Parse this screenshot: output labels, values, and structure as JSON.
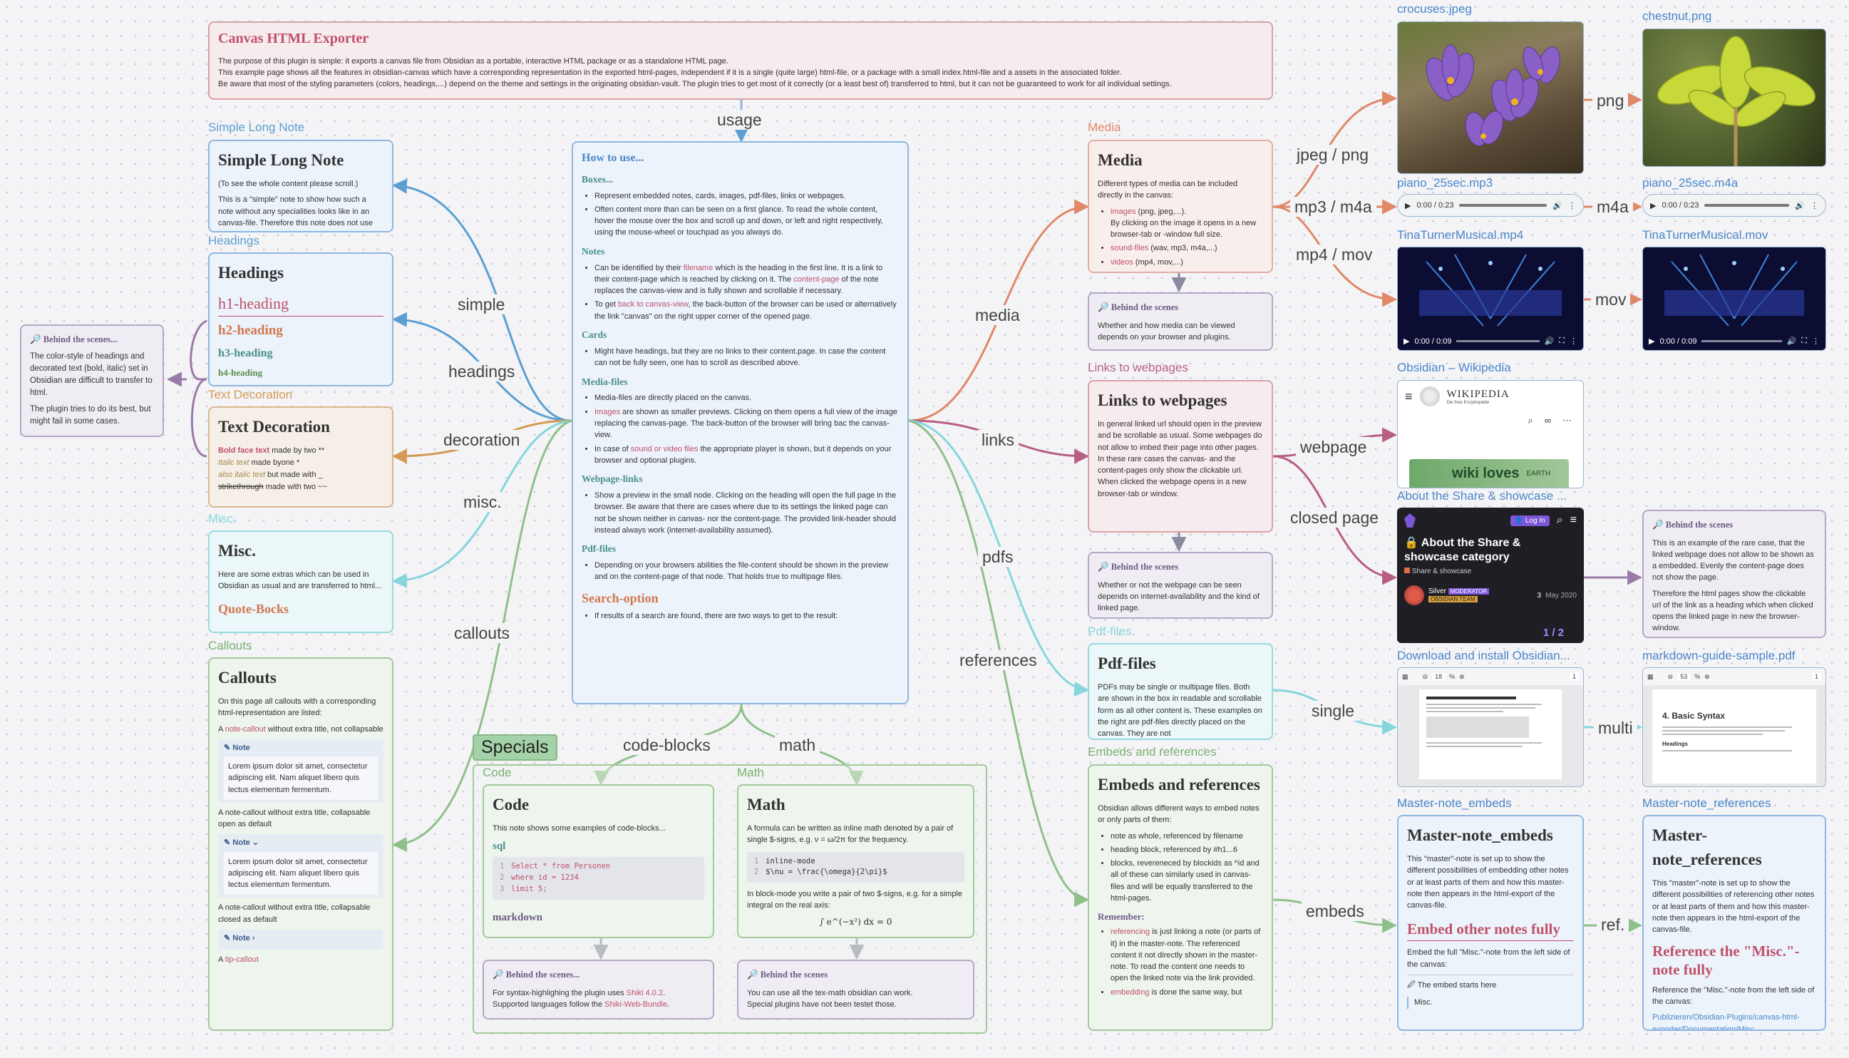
{
  "colors": {
    "red": "#d9a3a6",
    "blue": "#8fb7e0",
    "purple": "#b6a7c6",
    "orange": "#d9b890",
    "cyan": "#99d9dc",
    "green": "#a3c99c",
    "salmon": "#e2aea1"
  },
  "header": {
    "title": "Canvas HTML Exporter",
    "lines": [
      "The purpose of this plugin is simple: it exports a canvas file from Obsidian as a portable, interactive HTML package or as a standalone HTML page.",
      "This example page shows all the features in obsidian-canvas which have a corresponding representation in the exported html-pages, independent if it is a single (quite large) html-file, or a package with a small index.html-file and a assets in the associated folder.",
      "Be aware that most of the styling parameters (colors, headings,...) depend on the theme and settings in the originating obsidian-vault. The plugin tries to get most of it correctly (or a least best of) transferred to html, but it can not be guaranteed to work for all individual settings."
    ]
  },
  "edge_labels": {
    "usage": "usage",
    "simple": "simple",
    "headings": "headings",
    "decoration": "decoration",
    "misc": "misc.",
    "callouts": "callouts",
    "code_blocks": "code-blocks",
    "math": "math",
    "media": "media",
    "links": "links",
    "pdfs": "pdfs",
    "references": "references",
    "jpeg_png": "jpeg / png",
    "png": "png",
    "mp3_m4a": "mp3 / m4a",
    "m4a": "m4a",
    "mp4_mov": "mp4 / mov",
    "mov": "mov",
    "webpage": "webpage",
    "closed_page": "closed page",
    "single": "single",
    "multi": "multi",
    "embeds": "embeds",
    "ref": "ref."
  },
  "behind_left": {
    "title": "Behind the scenes...",
    "text": "The color-style of headings and decorated text (bold, italic) set in Obsidian are difficult to transfer to html.",
    "text2": "The plugin tries to do its best, but might fail in some cases."
  },
  "simple": {
    "caption": "Simple Long Note",
    "title": "Simple Long Note",
    "p1": "(To see the whole content please scroll.)",
    "p2": "This is a \"simple\" note to show how such a note without any specialities looks like in an canvas-file. Therefore this note does not use"
  },
  "headings": {
    "caption": "Headings",
    "title": "Headings",
    "h1": "h1-heading",
    "h2": "h2-heading",
    "h3": "h3-heading",
    "h4": "h4-heading"
  },
  "decoration": {
    "caption": "Text Decoration",
    "title": "Text Decoration",
    "bold": "Bold face text",
    "bold_rest": " made by two **",
    "italic": "Italic text",
    "italic_rest": " made byone *",
    "also": "also italic text",
    "also_rest": " but made with _",
    "strike": "strikethrough",
    "strike_rest": " made with two ~~"
  },
  "misc": {
    "caption": "Misc.",
    "title": "Misc.",
    "p": "Here are some extras which can be used in Obsidian as usual and are transferred to html...",
    "sub": "Quote-Bocks"
  },
  "callouts": {
    "caption": "Callouts",
    "title": "Callouts",
    "p1": "On this page all callouts with a corresponding html-representation are listed:",
    "p2a": "A ",
    "p2b": "note-callout",
    "p2c": " without extra title, not collapsable",
    "note": "Note",
    "lorem": "Lorem ipsum dolor sit amet, consectetur adipiscing elit. Nam aliquet libero quis lectus elementum fermentum.",
    "p3": "A note-callout without extra title, collapsable open as default",
    "p4": "A note-callout without extra title, collapsable closed as default",
    "p5a": "A ",
    "p5b": "tip-callout"
  },
  "howto": {
    "title": "How to use...",
    "boxes_h": "Boxes...",
    "boxes": [
      "Represent embedded notes, cards, images, pdf-files, links or webpages.",
      "Often content more than can be seen on a first glance. To read the whole content, hover the mouse over the box and scroll up and down, or left and right respectively, using the mouse-wheel or touchpad as you always do."
    ],
    "notes_h": "Notes",
    "notes1a": "Can be identified by their ",
    "notes1b": "filename",
    "notes1c": " which is the heading in the first line. It is a link to their content-page which is reached by clicking on it. The ",
    "notes1d": "content-page",
    "notes1e": " of the note replaces the canvas-view and is fully shown and scrollable if necessary.",
    "notes2a": "To get ",
    "notes2b": "back to canvas-view",
    "notes2c": ", the back-button of the browser can be used or alternatively the link \"canvas\" on the right upper corner of the opened page.",
    "cards_h": "Cards",
    "cards": "Might have headings, but they are no links to their content.page. In case the content can not be fully seen, one has to scroll as described above.",
    "media_h": "Media-files",
    "media1": "Media-files are directly placed on the canvas.",
    "media2a": "Images",
    "media2b": " are shown as smaller previews. Clicking on them opens a full view of the image replacing the canvas-page. The back-button of the browser will bring bac the canvas-view.",
    "media3a": "In case of ",
    "media3b": "sound or video files",
    "media3c": " the appropriate player is shown, but it depends on your browser and optional plugins.",
    "web_h": "Webpage-links",
    "web": "Show a preview in the small node. Clicking on the heading will open the full page in the browser. Be aware that there are cases where due to its settings the linked page can not be shown neither in canvas- nor the content-page. The provided link-header should instead always work (internet-availability assumed).",
    "pdf_h": "Pdf-files",
    "pdf": "Depending on your browsers abilities the file-content should be shown in the preview and on the content-page of that node. That holds true to multipage files.",
    "search_h": "Search-option",
    "search": "If results of a search are found, there are two ways to get to the result:"
  },
  "specials": {
    "label": "Specials",
    "code_cap": "Code",
    "math_cap": "Math"
  },
  "code": {
    "title": "Code",
    "p": "This note shows some examples of code-blocks...",
    "sql": "sql",
    "lines": [
      {
        "n": "1",
        "t": "Select * from Personen"
      },
      {
        "n": "2",
        "t": "where id = 1234"
      },
      {
        "n": "3",
        "t": "limit 5;"
      }
    ],
    "markdown": "markdown"
  },
  "math": {
    "title": "Math",
    "p1": "A formula can be written as inline math denoted by a pair of single $-signs, e.g. ν = ω/2π for the frequency.",
    "lines": [
      {
        "n": "1",
        "t": "inline-mode"
      },
      {
        "n": "2",
        "t": "$\\nu = \\frac{\\omega}{2\\pi}$"
      }
    ],
    "p2": "In block-mode you write a pair of two $-signs, e.g. for a simple integral on the real axis:",
    "formula": "∫ e^(−x²) dx = 0"
  },
  "behind_code": {
    "title": "Behind the scenes...",
    "a": "For syntax-highlighing the plugin uses ",
    "b": "Shiki 4.0.2",
    "c": ".",
    "d": "Supported languages follow the ",
    "e": "Shiki-Web-Bundle",
    "f": "."
  },
  "behind_math": {
    "title": "Behind the scenes",
    "p1": "You can use all the tex-math obsidian can work.",
    "p2": "Special plugins have not been testet those."
  },
  "media_note": {
    "caption": "Media",
    "title": "Media",
    "p": "Different types of media can be included directly in the canvas:",
    "i1a": "images",
    "i1b": " (png, jpeg,...).",
    "i1c": "By clicking on the image it opens in a new browser-tab or -window full size.",
    "i2a": "sound-files",
    "i2b": " (wav, mp3, m4a,...)",
    "i3a": "videos",
    "i3b": " (mp4, mov,...)"
  },
  "behind_media": {
    "title": "Behind the scenes",
    "p": "Whether and how media can be viewed depends on your browser and plugins."
  },
  "links_note": {
    "caption": "Links to webpages",
    "title": "Links to webpages",
    "p": "In general linked url should open in the preview and be scrollable as usual. Some webpages do not allow to imbed their page into other pages. In these rare cases the canvas- and the content-pages only show the clickable url. When clicked the webpage opens in a new browser-tab or window."
  },
  "behind_links": {
    "title": "Behind the scenes",
    "p": "Whether or not the webpage can be seen depends on internet-availability and the kind of linked page."
  },
  "pdf_note": {
    "caption": "Pdf-files",
    "title": "Pdf-files",
    "p": "PDFs may be single or multipage files. Both are shown in the box in readable and scrollable form as all other content is. These examples on the right are pdf-files directly placed on the canvas. They are not"
  },
  "embeds_note": {
    "caption": "Embeds and references",
    "title": "Embeds and references",
    "p": "Obsidian allows different ways to embed notes or only parts of them:",
    "items": [
      "note as whole, referenced by filename",
      "heading block, referenced by #h1...6",
      "blocks, revereneced by blockids as ^id and all of these can similarly used in canvas-files and will be equally transferred to the html-pages."
    ],
    "rem": "Remember:",
    "r1a": "referencing",
    "r1b": " is just linking a note (or parts of it) in the master-note. The referenced content it not directly shown in the master-note. To read the content one needs to open the linked note via the link provided.",
    "r2a": "embedding",
    "r2b": " is done the same way, but"
  },
  "images": {
    "crocuses": "crocuses.jpeg",
    "chestnut": "chestnut.png"
  },
  "audio": {
    "mp3": "piano_25sec.mp3",
    "m4a": "piano_25sec.m4a",
    "time": "0:00 / 0:23"
  },
  "video": {
    "mp4": "TinaTurnerMusical.mp4",
    "mov": "TinaTurnerMusical.mov",
    "time": "0:00 / 0:09"
  },
  "wiki": {
    "caption": "Obsidian – Wikipedia",
    "name": "WIKIPEDIA",
    "tag": "Die freie Enzyklopädie",
    "banner": "wiki loves",
    "banner2": "EARTH"
  },
  "share": {
    "caption": "About the Share & showcase ...",
    "login": "Log In",
    "title": "About the Share & showcase category",
    "cat": "Share & showcase",
    "user": "Silver",
    "role": "MODERATOR",
    "team": "OBSIDIAN TEAM",
    "date": "May 2020",
    "count": "3",
    "pages": "1 / 2"
  },
  "behind_share": {
    "title": "Behind the scenes",
    "p1": "This is an example of the rare case, that the linked webpage does not allow to be shown as a embedded. Evenly the content-page does not show the page.",
    "p2": "Therefore the html pages show the clickable url of the link as a heading which when clicked opens the linked page in new the browser-window."
  },
  "pdf_single": {
    "caption": "Download and install Obsidian...",
    "zoom": "18",
    "page": "1"
  },
  "pdf_multi": {
    "caption": "markdown-guide-sample.pdf",
    "zoom": "53",
    "page": "1",
    "heading": "4. Basic Syntax",
    "sub": "Headings"
  },
  "master_embeds": {
    "caption": "Master-note_embeds",
    "title": "Master-note_embeds",
    "p": "This \"master\"-note is set up to show the different possibilities of embedding other notes or at least parts of them and how this master-note then appears in the html-export of the canvas-file.",
    "h2": "Embed other notes fully",
    "p2": "Embed the full \"Misc.\"-note from the left side of the canvas:",
    "embed": "The embed starts here",
    "embed2": "Misc."
  },
  "master_refs": {
    "caption": "Master-note_references",
    "title": "Master-note_references",
    "p": "This \"master\"-note is set up to show the different possibilities of referencing other notes or at least parts of them and how this master-note then appears in the html-export of the canvas-file.",
    "h2": "Reference the \"Misc.\"-note fully",
    "p2": "Reference the \"Misc.\"-note from the left side of the canvas:",
    "link": "Publizieren/Obsidian-Plugins/canvas-html-exporter/Documentation/Misc."
  }
}
